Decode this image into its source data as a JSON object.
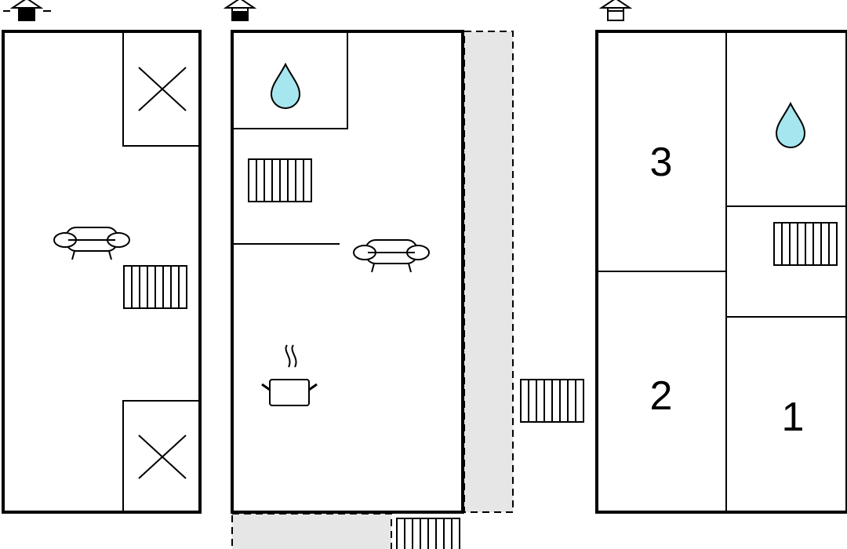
{
  "rooms": {
    "room_1": "1",
    "room_2": "2",
    "room_3": "3"
  },
  "icons": {
    "floor_indicator": "floor-level-icon",
    "water": "water-drop-icon",
    "stairs": "stairs-icon",
    "sofa": "sofa-icon",
    "kitchen": "cooking-pot-icon",
    "storage": "storage-cross-icon"
  },
  "colors": {
    "wall": "#000000",
    "water": "#a6e6ef",
    "terrace": "#e6e6e6",
    "background": "#ffffff"
  }
}
